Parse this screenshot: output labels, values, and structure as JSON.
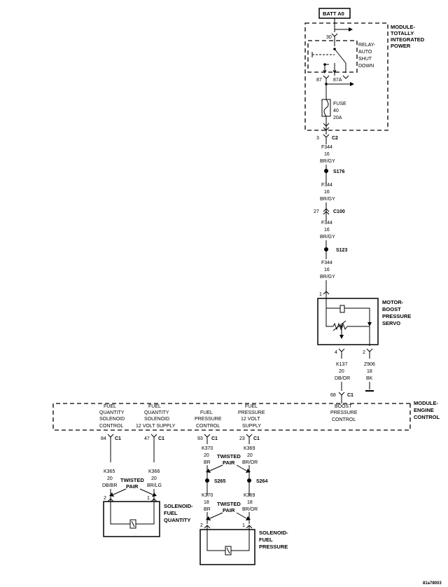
{
  "battery": {
    "label": "BATT A0"
  },
  "tipm": {
    "title_lines": [
      "MODULE-",
      "TOTALLY",
      "INTEGRATED",
      "POWER"
    ],
    "relay_lines": [
      "RELAY-",
      "AUTO",
      "SHUT",
      "DOWN"
    ],
    "pin_30": "30",
    "pin_87": "87",
    "pin_87a": "87A",
    "fuse_lines": [
      "FUSE",
      "40",
      "20A"
    ]
  },
  "supply_chain": {
    "c2_pin": "3",
    "c2_label": "C2",
    "wire1": [
      "F344",
      "16",
      "BR/GY"
    ],
    "s176": "S176",
    "wire2": [
      "F344",
      "16",
      "BR/GY"
    ],
    "c100_pin": "27",
    "c100_label": "C100",
    "wire3": [
      "F344",
      "16",
      "BR/GY"
    ],
    "s123": "S123",
    "wire4": [
      "F344",
      "16",
      "BR/GY"
    ]
  },
  "servo": {
    "pin_in": "1",
    "title_lines": [
      "MOTOR-",
      "BOOST",
      "PRESSURE",
      "SERVO"
    ],
    "pin_4": "4",
    "pin_2": "2",
    "wire_k137": [
      "K137",
      "20",
      "DB/OR"
    ],
    "wire_z906": [
      "Z906",
      "18",
      "BK"
    ],
    "ecm_pin": "68",
    "ecm_conn": "C1"
  },
  "ecm": {
    "title_lines": [
      "MODULE-",
      "ENGINE",
      "CONTROL"
    ],
    "pin_labels": [
      {
        "lines": [
          "FUEL",
          "QUANTITY",
          "SOLENOID",
          "CONTROL"
        ],
        "pin": "84",
        "conn": "C1"
      },
      {
        "lines": [
          "FUEL",
          "QUANTITY",
          "SOLENOID",
          "12 VOLT SUPPLY"
        ],
        "pin": "47",
        "conn": "C1"
      },
      {
        "lines": [
          "FUEL",
          "PRESSURE",
          "CONTROL"
        ],
        "pin": "93",
        "conn": "C1"
      },
      {
        "lines": [
          "FUEL",
          "PRESSURE",
          "12 VOLT",
          "SUPPLY"
        ],
        "pin": "23",
        "conn": "C1"
      },
      {
        "lines": [
          "BOOST",
          "PRESSURE",
          "CONTROL"
        ],
        "pin": "",
        "conn": ""
      }
    ]
  },
  "fuel_quantity": {
    "wire_k365": [
      "K365",
      "20",
      "DB/BR"
    ],
    "wire_k366": [
      "K366",
      "20",
      "BR/LG"
    ],
    "twisted": [
      "TWISTED",
      "PAIR"
    ],
    "pin_2": "2",
    "pin_1": "1",
    "title_lines": [
      "SOLENOID-",
      "FUEL",
      "QUANTITY"
    ]
  },
  "fuel_pressure": {
    "wire_k370_top": [
      "K370",
      "20",
      "BR"
    ],
    "wire_k369_top": [
      "K369",
      "20",
      "BR/OR"
    ],
    "twisted_top": [
      "TWISTED",
      "PAIR"
    ],
    "s265": "S265",
    "s264": "S264",
    "wire_k370_bot": [
      "K370",
      "18",
      "BR"
    ],
    "wire_k369_bot": [
      "K369",
      "18",
      "BR/OR"
    ],
    "twisted_bot": [
      "TWISTED",
      "PAIR"
    ],
    "pin_2": "2",
    "pin_1": "1",
    "title_lines": [
      "SOLENOID-",
      "FUEL",
      "PRESSURE"
    ]
  },
  "figure_id": "81a78003"
}
